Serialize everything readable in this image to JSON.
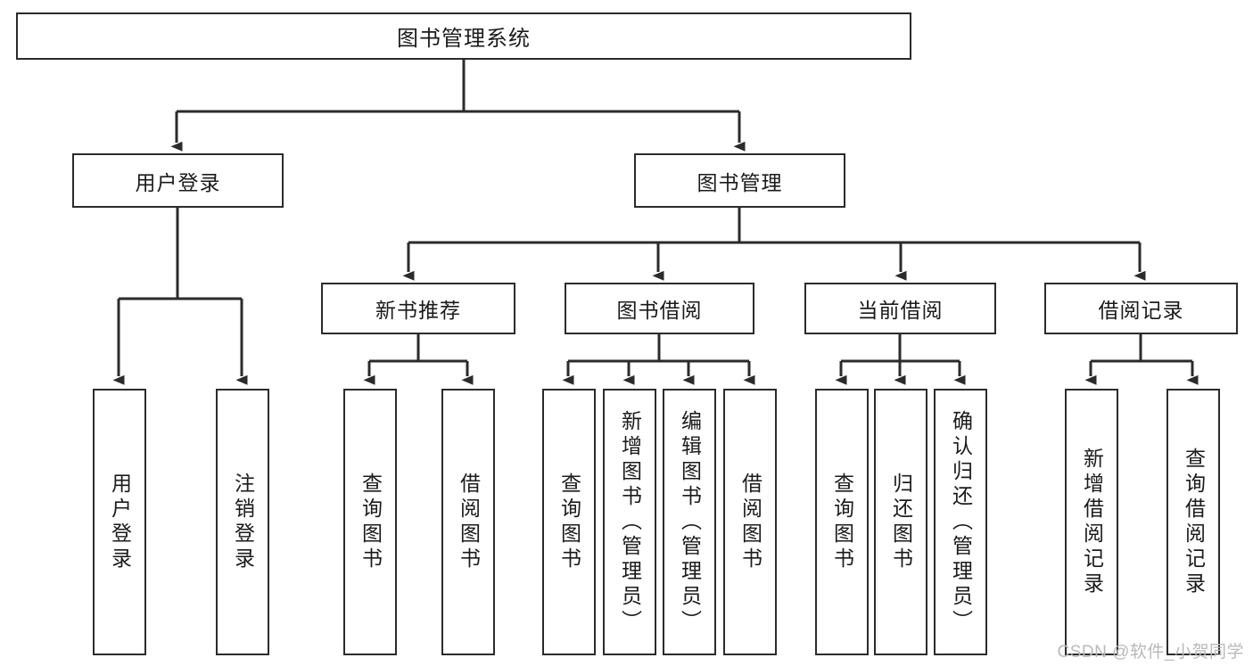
{
  "diagram": {
    "title": "图书管理系统",
    "type": "hierarchy-tree",
    "watermark": "CSDN @软件_小贺同学",
    "colors": {
      "stroke": "#2b2b2b",
      "fill": "#ffffff",
      "text": "#1b1b1b",
      "watermark": "#b9b9b9"
    },
    "root": {
      "label": "图书管理系统"
    },
    "level2": [
      {
        "id": "user-login",
        "label": "用户登录"
      },
      {
        "id": "book-manage",
        "label": "图书管理"
      }
    ],
    "level3": [
      {
        "id": "new-book-rec",
        "label": "新书推荐"
      },
      {
        "id": "book-borrow",
        "label": "图书借阅"
      },
      {
        "id": "current-borrow",
        "label": "当前借阅"
      },
      {
        "id": "borrow-record",
        "label": "借阅记录"
      }
    ],
    "leaves": {
      "user_login": [
        {
          "id": "leaf-user-login",
          "label": "用户登录"
        },
        {
          "id": "leaf-logout",
          "label": "注销登录"
        }
      ],
      "new_book_rec": [
        {
          "id": "leaf-query-book-1",
          "label": "查询图书"
        },
        {
          "id": "leaf-borrow-book-1",
          "label": "借阅图书"
        }
      ],
      "book_borrow": [
        {
          "id": "leaf-query-book-2",
          "label": "查询图书"
        },
        {
          "id": "leaf-add-book",
          "label": "新增图书（管理员）"
        },
        {
          "id": "leaf-edit-book",
          "label": "编辑图书（管理员）"
        },
        {
          "id": "leaf-borrow-book-2",
          "label": "借阅图书"
        }
      ],
      "current_borrow": [
        {
          "id": "leaf-query-book-3",
          "label": "查询图书"
        },
        {
          "id": "leaf-return-book",
          "label": "归还图书"
        },
        {
          "id": "leaf-confirm-return",
          "label": "确认归还（管理员）"
        }
      ],
      "borrow_record": [
        {
          "id": "leaf-add-record",
          "label": "新增借阅记录"
        },
        {
          "id": "leaf-query-record",
          "label": "查询借阅记录"
        }
      ]
    }
  }
}
